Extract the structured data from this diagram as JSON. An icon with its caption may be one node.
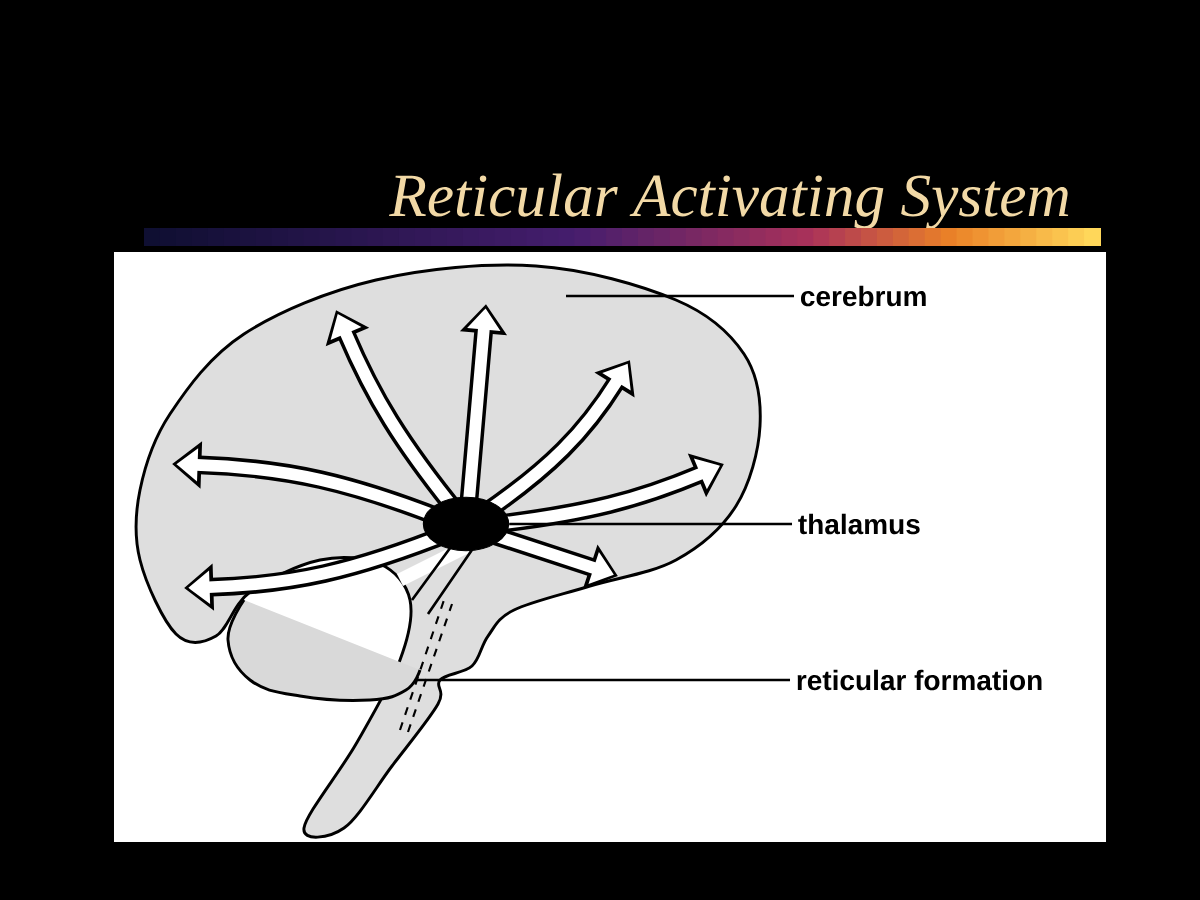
{
  "diagram": {
    "title": "Reticular Activating System",
    "nodes": [
      {
        "text": [
          "cerebrum"
        ]
      },
      {
        "text": [
          "thalamus"
        ]
      },
      {
        "text": [
          "reticular formation"
        ]
      },
      {
        "text": [],
        "shape": "circle"
      }
    ],
    "edges": [
      {
        "from": 0,
        "to": null,
        "arrow": "none"
      },
      {
        "from": 1,
        "to": 3,
        "arrow": "none"
      },
      {
        "from": 2,
        "to": null,
        "arrow": "none"
      }
    ]
  }
}
